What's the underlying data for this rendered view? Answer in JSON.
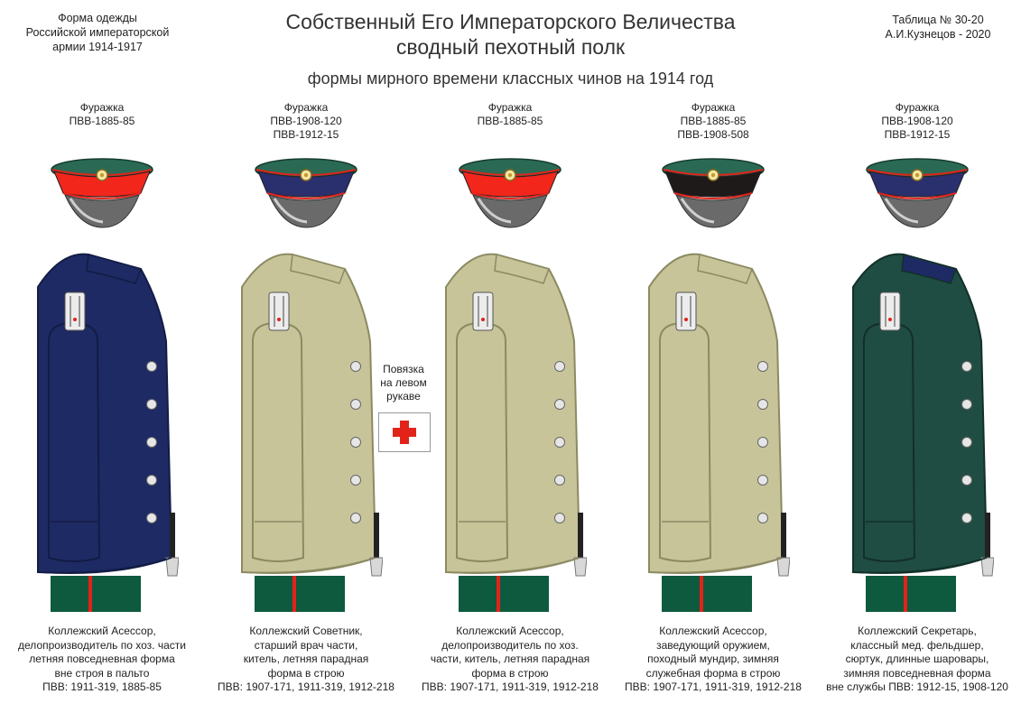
{
  "header": {
    "title_line1": "Собственный Его Императорского Величества",
    "title_line2": "сводный пехотный полк",
    "subtitle": "формы мирного времени классных чинов на 1914 год"
  },
  "corner_left": [
    "Форма одежды",
    "Российской императорской",
    "армии  1914-1917"
  ],
  "corner_right": [
    "Таблица № 30-20",
    "А.И.Кузнецов - 2020"
  ],
  "armband_note": [
    "Повязка",
    "на левом",
    "рукаве"
  ],
  "colors": {
    "navy": "#1e2a63",
    "khaki": "#c7c49a",
    "khaki_dark": "#8c8a62",
    "green": "#1f4d43",
    "cap_green": "#2a6a55",
    "red": "#e2231a",
    "trouser": "#0e5a3e"
  },
  "figures": [
    {
      "cap_label": [
        "Фуражка",
        "ПВВ-1885-85"
      ],
      "band": "#f2261b",
      "tunic": "#1e2a63",
      "tunic_edge": "#131c45",
      "collar": "#1e2a63",
      "desc": [
        "Коллежский Асессор,",
        "делопроизводитель по хоз. части",
        "летняя повседневная форма",
        "вне строя в пальто",
        "ПВВ: 1911-319, 1885-85"
      ]
    },
    {
      "cap_label": [
        "Фуражка",
        "ПВВ-1908-120",
        "ПВВ-1912-15"
      ],
      "band": "#2a2f6e",
      "tunic": "#c7c49a",
      "tunic_edge": "#8c8a62",
      "collar": "#c7c49a",
      "desc": [
        "Коллежский Советник,",
        "старший врач части,",
        "китель, летняя парадная",
        "форма в строю",
        "ПВВ: 1907-171, 1911-319, 1912-218"
      ]
    },
    {
      "cap_label": [
        "Фуражка",
        "ПВВ-1885-85"
      ],
      "band": "#f2261b",
      "tunic": "#c7c49a",
      "tunic_edge": "#8c8a62",
      "collar": "#c7c49a",
      "desc": [
        "Коллежский Асессор,",
        "делопроизводитель по хоз.",
        "части, китель, летняя парадная",
        "форма в строю",
        "ПВВ: 1907-171, 1911-319, 1912-218"
      ]
    },
    {
      "cap_label": [
        "Фуражка",
        "ПВВ-1885-85",
        "ПВВ-1908-508"
      ],
      "band": "#1e1a1a",
      "tunic": "#c7c49a",
      "tunic_edge": "#8c8a62",
      "collar": "#c7c49a",
      "desc": [
        "Коллежский Асессор,",
        "заведующий оружием,",
        "походный мундир, зимняя",
        "служебная форма в строю",
        "ПВВ: 1907-171, 1911-319, 1912-218"
      ]
    },
    {
      "cap_label": [
        "Фуражка",
        "ПВВ-1908-120",
        "ПВВ-1912-15"
      ],
      "band": "#2a2f6e",
      "tunic": "#1f4d43",
      "tunic_edge": "#123029",
      "collar": "#1e2a63",
      "desc": [
        "Коллежский Секретарь,",
        "классный мед. фельдшер,",
        "сюртук, длинные шаровары,",
        "зимняя повседневная форма",
        "вне службы ПВВ: 1912-15, 1908-120"
      ]
    }
  ]
}
